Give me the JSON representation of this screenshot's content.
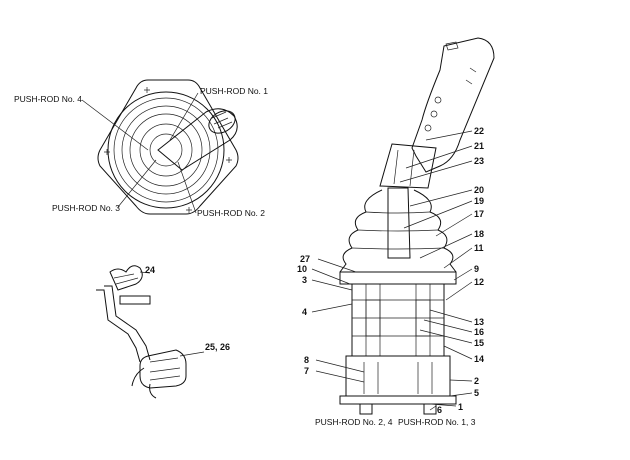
{
  "top_view": {
    "labels": {
      "pushrod_4": "PUSH-ROD No. 4",
      "pushrod_1": "PUSH-ROD No. 1",
      "pushrod_3": "PUSH-ROD No. 3",
      "pushrod_2": "PUSH-ROD No. 2"
    }
  },
  "connector_view": {
    "labels": {
      "part_24": "24",
      "part_25_26": "25, 26"
    }
  },
  "section_view": {
    "callouts_right": [
      "22",
      "21",
      "23",
      "20",
      "19",
      "17",
      "18",
      "11",
      "9",
      "12",
      "13",
      "16",
      "15",
      "14",
      "2",
      "5",
      "1",
      "6"
    ],
    "callouts_left": [
      "27",
      "10",
      "3",
      "4",
      "8",
      "7"
    ],
    "bottom_labels": {
      "pushrod_2_4": "PUSH-ROD No. 2, 4",
      "pushrod_1_3": "PUSH-ROD No. 1, 3"
    }
  }
}
